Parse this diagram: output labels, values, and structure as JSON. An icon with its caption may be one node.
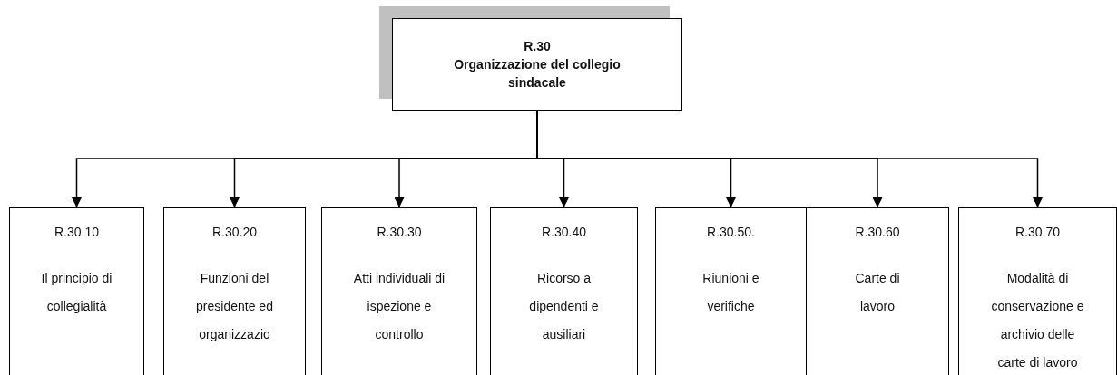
{
  "diagram": {
    "nodes": [
      {
        "text": [
          "R.30",
          "Organizzazione del collegio sindacale"
        ]
      },
      {
        "text": [
          "R.30.10",
          "Il principio di collegialità"
        ]
      },
      {
        "text": [
          "R.30.20",
          "Funzioni del presidente ed organizzazio"
        ]
      },
      {
        "text": [
          "R.30.30",
          "Atti individuali di ispezione e controllo"
        ]
      },
      {
        "text": [
          "R.30.40",
          "Ricorso a dipendenti e ausiliari"
        ]
      },
      {
        "text": [
          "R.30.50.",
          "Riunioni e verifiche"
        ]
      },
      {
        "text": [
          "R.30.60",
          "Carte di lavoro"
        ]
      },
      {
        "text": [
          "R.30.70",
          "Modalità di conservazione e archivio delle carte di lavoro"
        ]
      }
    ],
    "edges": [
      {
        "from": 0,
        "to": 1,
        "arrow": "to"
      },
      {
        "from": 0,
        "to": 2,
        "arrow": "to"
      },
      {
        "from": 0,
        "to": 3,
        "arrow": "to"
      },
      {
        "from": 0,
        "to": 4,
        "arrow": "to"
      },
      {
        "from": 0,
        "to": 5,
        "arrow": "to"
      },
      {
        "from": 0,
        "to": 6,
        "arrow": "to"
      },
      {
        "from": 0,
        "to": 7,
        "arrow": "to"
      }
    ]
  }
}
